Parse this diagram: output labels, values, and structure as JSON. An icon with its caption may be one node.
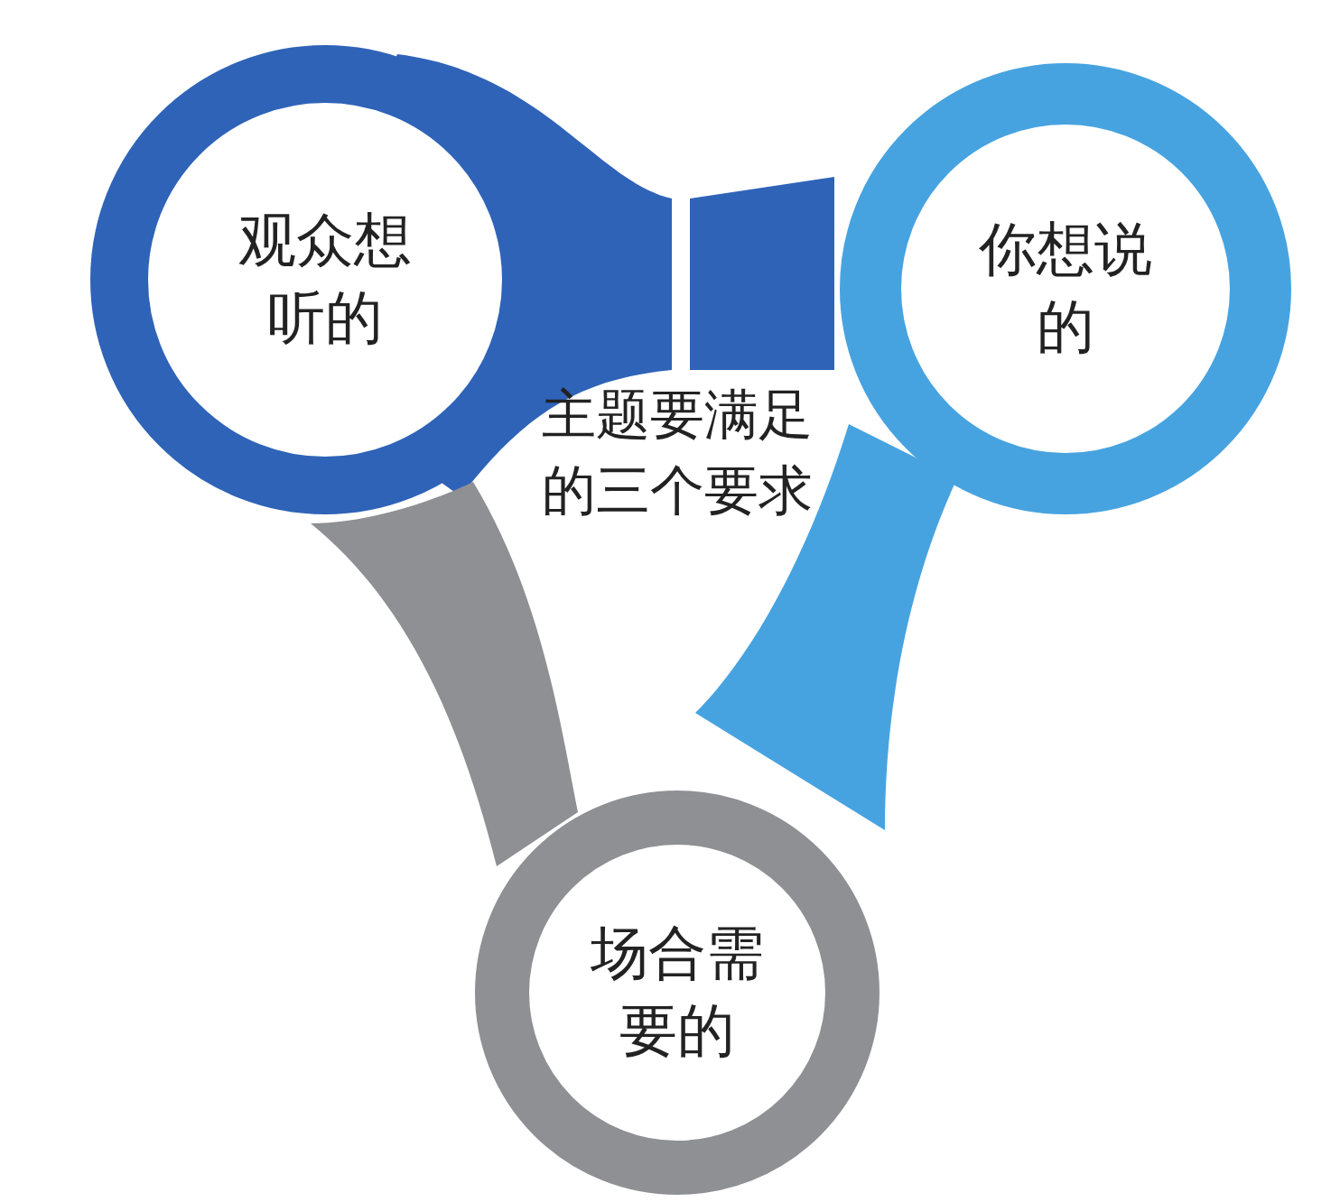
{
  "diagram": {
    "nodes": [
      {
        "text": [
          "观众想听的"
        ]
      },
      {
        "text": [
          "你想说的"
        ]
      },
      {
        "text": [
          "场合需要的"
        ]
      }
    ],
    "labels": [
      "主题要满足的三个要求"
    ]
  }
}
